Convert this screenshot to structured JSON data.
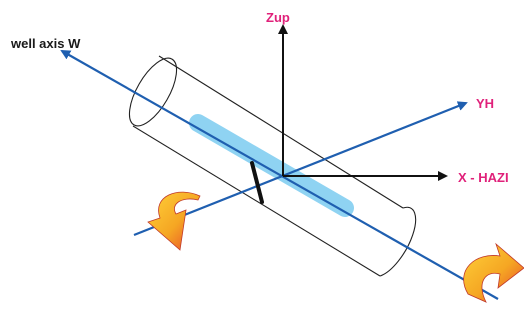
{
  "labels": {
    "well_axis": "well axis W",
    "z_up": "Zup",
    "y_h": "YH",
    "x_hazi": "X - HAZI"
  },
  "colors": {
    "axis_blue": "#1f5fb0",
    "label_pink": "#e0217a",
    "highlight": "#8fd3f2",
    "arrow_orange": "#f5a623",
    "arrow_red": "#e8432a"
  },
  "icons": {
    "rotation_left": "curved-rotation-arrow-icon",
    "rotation_right": "curved-rotation-arrow-icon"
  }
}
